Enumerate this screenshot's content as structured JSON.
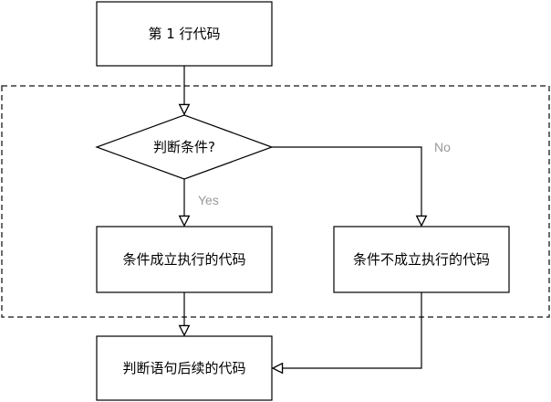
{
  "nodes": {
    "first_line": "第 1 行代码",
    "decision": "判断条件?",
    "true_branch": "条件成立执行的代码",
    "false_branch": "条件不成立执行的代码",
    "after": "判断语句后续的代码"
  },
  "edges": {
    "yes_label": "Yes",
    "no_label": "No"
  },
  "colors": {
    "stroke": "#000000",
    "dashed_border": "#3a3a3a",
    "edge_label": "#999999",
    "background": "#ffffff"
  }
}
